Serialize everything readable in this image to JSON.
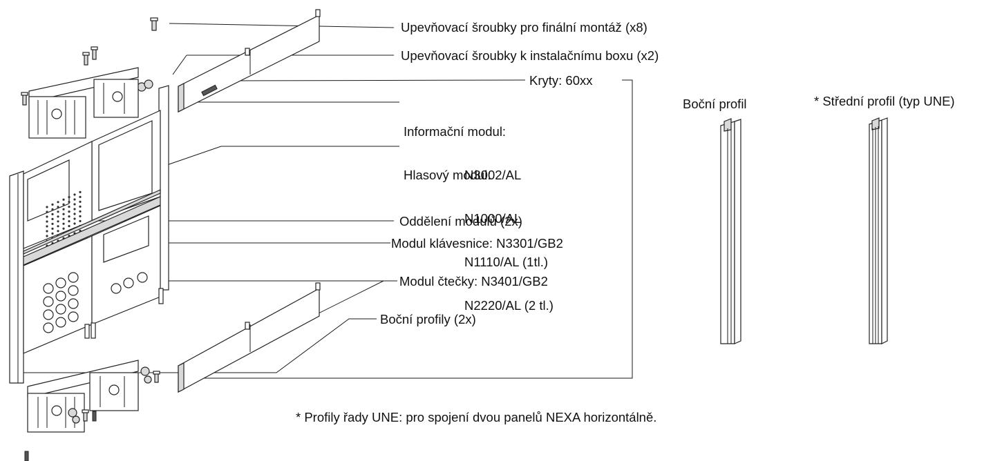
{
  "labels": {
    "screws_final": "Upevňovací šroubky pro finální montáž (x8)",
    "screws_box": "Upevňovací šroubky k instalačnímu boxu (x2)",
    "covers": "Kryty: 60xx",
    "info_module_title": "Informační modul:",
    "info_module_code": "N3002/AL",
    "voice_module_title": "Hlasový modul:",
    "voice_module_codes": [
      "N1000/AL",
      "N1110/AL (1tl.)",
      "N2220/AL (2 tl.)"
    ],
    "module_separator": "Oddělení modulů (2x)",
    "keypad_module": "Modul klávesnice: N3301/GB2",
    "reader_module": "Modul čtečky: N3401/GB2",
    "side_profiles": "Boční profily (2x)",
    "side_profile": "Boční profil",
    "middle_profile": "* Střední profil (typ UNE)",
    "une_note": "* Profily řady UNE: pro spojení dvou panelů NEXA horizontálně."
  },
  "colors": {
    "line": "#1a1a1a",
    "fill_light": "#d9d9d9",
    "fill_dark": "#555555",
    "text": "#111111"
  }
}
